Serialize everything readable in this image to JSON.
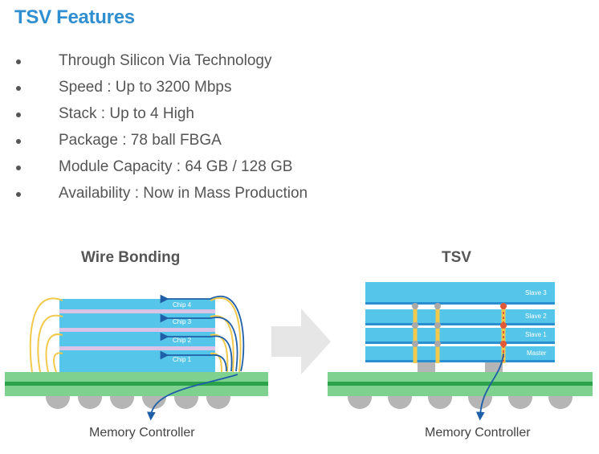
{
  "title": "TSV Features",
  "features": [
    "Through Silicon Via Technology",
    "Speed : Up to 3200 Mbps",
    "Stack : Up to 4 High",
    "Package : 78 ball FBGA",
    "Module Capacity : 64 GB / 128 GB",
    "Availability : Now in Mass Production"
  ],
  "wire_bonding": {
    "heading": "Wire Bonding",
    "chips": [
      "Chip 4",
      "Chip 3",
      "Chip 2",
      "Chip 1"
    ],
    "caption": "Memory Controller"
  },
  "tsv": {
    "heading": "TSV",
    "dies": [
      "Slave 3",
      "Slave 2",
      "Slave 1",
      "Master"
    ],
    "caption": "Memory Controller"
  },
  "colors": {
    "title": "#2f8fd0",
    "die": "#56c5ea",
    "die_border": "#2a8fd0",
    "spacer": "#d9c3e6",
    "substrate_light": "#7fd18f",
    "substrate_dark": "#2aa34a",
    "ball": "#b5b5b5",
    "wire": "#f2c94c",
    "signal": "#1f5fa8",
    "arrow": "#e6e6e6"
  }
}
